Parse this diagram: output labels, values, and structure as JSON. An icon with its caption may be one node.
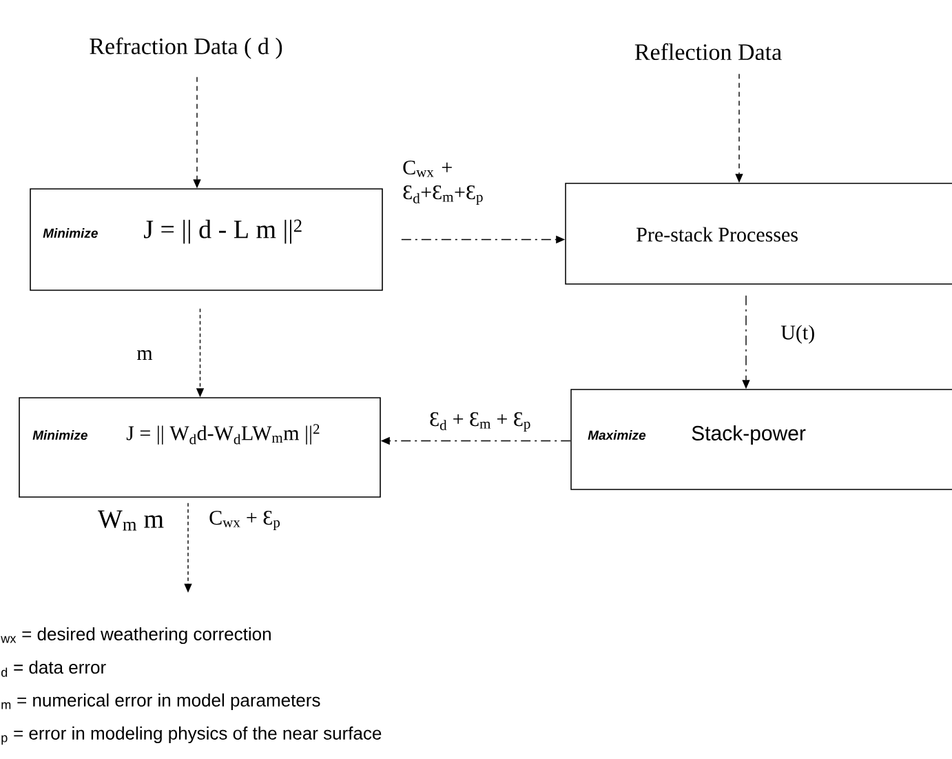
{
  "diagram": {
    "nodes": [
      {
        "text": [
          "Refraction Data ( d )"
        ]
      },
      {
        "text": [
          "Minimize",
          "J = || d  - L m ||$^{2}$"
        ]
      },
      {
        "text": [
          "Reflection Data"
        ]
      },
      {
        "text": [
          "Pre-stack Processes"
        ]
      },
      {
        "text": [
          "Minimize",
          "J = ||  W$_{d}$d-W$_{d}$LW$_{m}$m  ||$^{2}$"
        ],
        "beside": [
          "W$_{m}$ m"
        ]
      },
      {
        "text": [
          "Maximize",
          "Stack-power"
        ]
      }
    ],
    "edges": [
      {
        "from": 0,
        "to": 1,
        "arrow": "to",
        "style": "dashed"
      },
      {
        "from": 2,
        "to": 3,
        "arrow": "to",
        "style": "dashed"
      },
      {
        "from": 1,
        "to": 3,
        "arrow": "to",
        "style": "dashed",
        "label": "C$_{wx}$ + Ɛ$_{d}$+Ɛ$_{m}$+Ɛ$_{p}$"
      },
      {
        "from": 3,
        "to": 5,
        "arrow": "to",
        "style": "dashed",
        "label": "U(t)"
      },
      {
        "from": 1,
        "to": 4,
        "arrow": "to",
        "style": "dashed",
        "label": "m"
      },
      {
        "from": 5,
        "to": 4,
        "arrow": "to",
        "style": "dashed",
        "label": "Ɛ$_{d}$ + Ɛ$_{m}$ + Ɛ$_{p}$"
      },
      {
        "from": 4,
        "to": null,
        "arrow": "to",
        "style": "dashed",
        "label": "C$_{wx}$ + Ɛ$_{p}$"
      }
    ],
    "labels": [
      "$_{wx}$ = desired weathering correction",
      "$_{d}$ = data error",
      "$_{m}$ = numerical error in model parameters",
      "$_{p}$ = error in modeling physics of the near surface"
    ]
  }
}
